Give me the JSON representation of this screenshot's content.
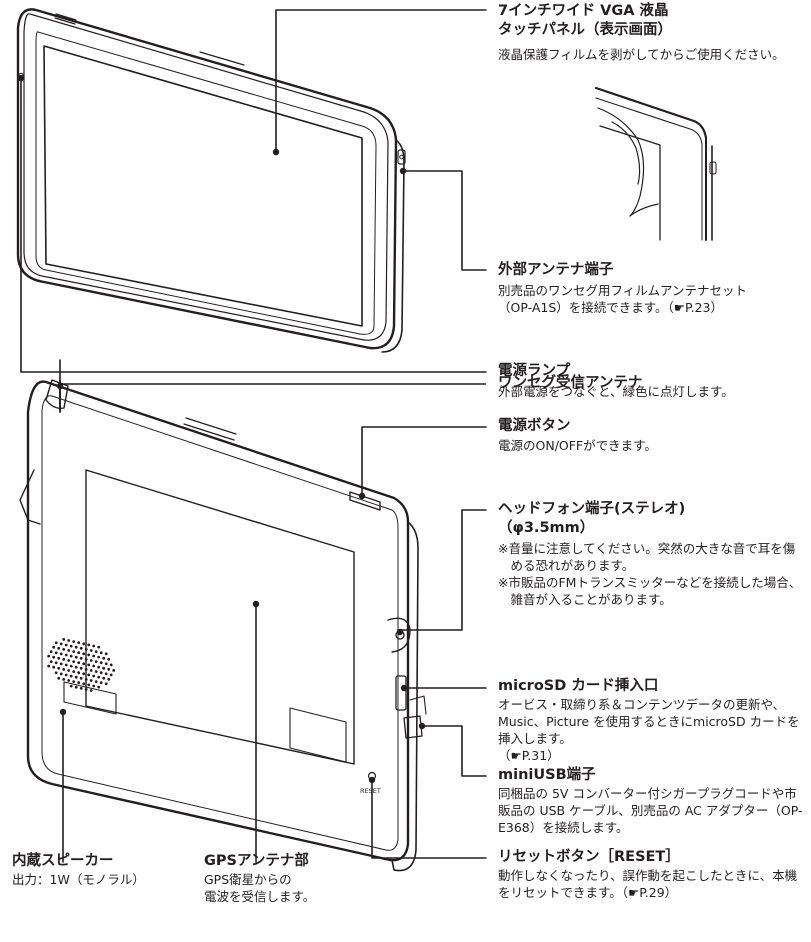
{
  "callouts": {
    "lcd": {
      "title1": "7インチワイド VGA 液晶",
      "title2": "タッチパネル（表示画面）",
      "desc": "液晶保護フィルムを剥がしてからご使用ください。"
    },
    "ext_antenna": {
      "title": "外部アンテナ端子",
      "desc1": "別売品のワンセグ用フィルムアンテナセット",
      "desc2": "（OP-A1S）を接続できます。（☛P.23）"
    },
    "power_lamp": {
      "title": "電源ランプ",
      "desc": "外部電源をつなぐと、緑色に点灯します。"
    },
    "oneseg_antenna": {
      "title": "ワンセグ受信アンテナ"
    },
    "power_button": {
      "title": "電源ボタン",
      "desc": "電源のON/OFFができます。"
    },
    "headphone": {
      "title1": "ヘッドフォン端子(ステレオ)",
      "title2": "（φ3.5mm）",
      "note1": "※音量に注意してください。突然の大きな音で耳を傷める恐れがあります。",
      "note2": "※市販品のFMトランスミッターなどを接続した場合、雑音が入ることがあります。"
    },
    "microsd": {
      "title": "microSD カード挿入口",
      "desc": "オービス・取締り系＆コンテンツデータの更新や、Music、Picture を使用するときにmicroSD カードを挿入します。",
      "ref": "（☛P.31）"
    },
    "miniusb": {
      "title": "miniUSB端子",
      "desc": "同梱品の 5V コンバーター付シガープラグコードや市販品の USB ケーブル、別売品の AC アダプター（OP-E368）を接続します。"
    },
    "reset": {
      "title": "リセットボタン［RESET］",
      "desc": "動作しなくなったり、誤作動を起こしたときに、本機をリセットできます。（☛P.29）",
      "device_label": "RESET"
    },
    "speaker": {
      "title": "内蔵スピーカー",
      "desc": "出力：1W（モノラル）"
    },
    "gps": {
      "title": "GPSアンテナ部",
      "desc1": "GPS衛星からの",
      "desc2": "電波を受信します。"
    }
  }
}
